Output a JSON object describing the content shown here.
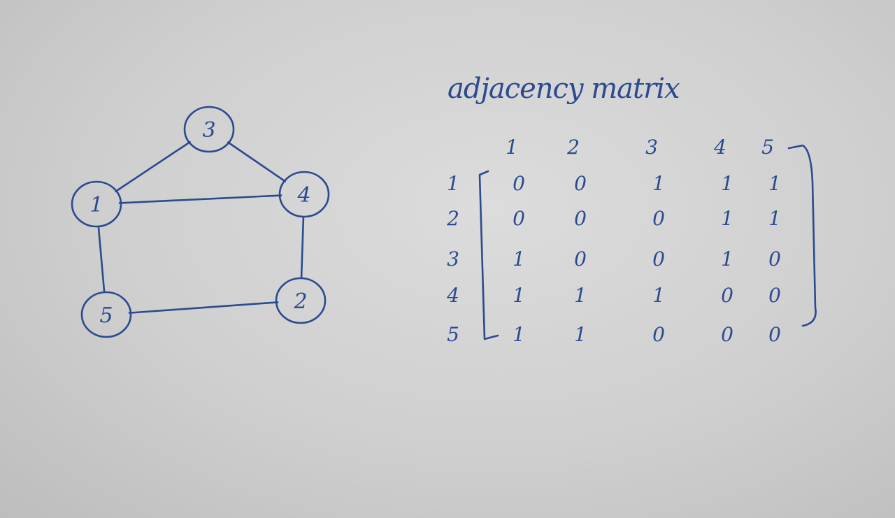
{
  "title": "adjacency matrix",
  "colors": {
    "ink": "#2b4a8f",
    "paper": "#d3d3d3"
  },
  "graph": {
    "nodes": [
      "1",
      "2",
      "3",
      "4",
      "5"
    ],
    "edges": [
      [
        "3",
        "1"
      ],
      [
        "3",
        "4"
      ],
      [
        "1",
        "4"
      ],
      [
        "1",
        "5"
      ],
      [
        "4",
        "2"
      ],
      [
        "5",
        "2"
      ]
    ]
  },
  "matrix": {
    "col_labels": [
      "1",
      "2",
      "3",
      "4",
      "5"
    ],
    "row_labels": [
      "1",
      "2",
      "3",
      "4",
      "5"
    ],
    "rows": [
      [
        "0",
        "0",
        "1",
        "1",
        "1"
      ],
      [
        "0",
        "0",
        "0",
        "1",
        "1"
      ],
      [
        "1",
        "0",
        "0",
        "1",
        "0"
      ],
      [
        "1",
        "1",
        "1",
        "0",
        "0"
      ],
      [
        "1",
        "1",
        "0",
        "0",
        "0"
      ]
    ]
  }
}
